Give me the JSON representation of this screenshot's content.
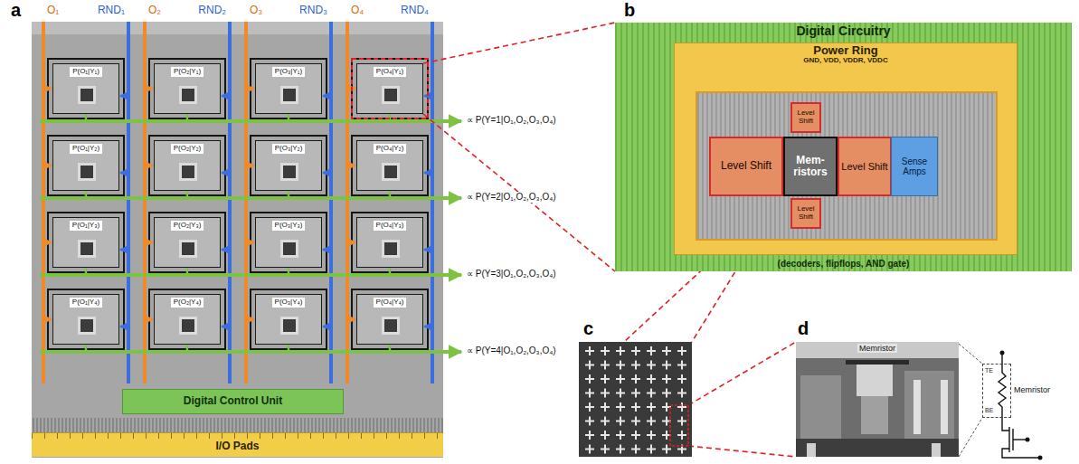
{
  "diagram": {
    "nodes": [
      {
        "text": [
          "P(O₁|Y₁)"
        ]
      },
      {
        "text": [
          "P(O₂|Y₁)"
        ]
      },
      {
        "text": [
          "P(O₃|Y₁)"
        ]
      },
      {
        "text": [
          "P(O₄|Y₁)"
        ]
      },
      {
        "text": [
          "P(O₁|Y₂)"
        ]
      },
      {
        "text": [
          "P(O₂|Y₂)"
        ]
      },
      {
        "text": [
          "P(O₃|Y₂)"
        ]
      },
      {
        "text": [
          "P(O₄|Y₂)"
        ]
      },
      {
        "text": [
          "P(O₁|Y₃)"
        ]
      },
      {
        "text": [
          "P(O₂|Y₃)"
        ]
      },
      {
        "text": [
          "P(O₃|Y₃)"
        ]
      },
      {
        "text": [
          "P(O₄|Y₃)"
        ]
      },
      {
        "text": [
          "P(O₁|Y₄)"
        ]
      },
      {
        "text": [
          "P(O₂|Y₄)"
        ]
      },
      {
        "text": [
          "P(O₃|Y₄)"
        ]
      },
      {
        "text": [
          "P(O₄|Y₄)"
        ]
      },
      {
        "text": [
          "Digital Control Unit"
        ]
      },
      {
        "text": [
          "I/O Pads"
        ]
      },
      {
        "text": [
          "Digital Circuitry",
          "(decoders, flipflops, AND gate)"
        ]
      },
      {
        "text": [
          "Power Ring",
          "GND, VDD, VDDR, VDDC"
        ],
        "in": 18
      },
      {
        "text": [
          "Level Shift"
        ],
        "in": 19
      },
      {
        "text": [
          "Level Shift"
        ],
        "in": 19
      },
      {
        "text": [
          "Mem- ristors"
        ],
        "in": 19
      },
      {
        "text": [
          "Level Shift"
        ],
        "in": 19
      },
      {
        "text": [
          "Sense Amps"
        ],
        "in": 19
      },
      {
        "text": [
          "Level Shift"
        ],
        "in": 19
      },
      {
        "text": [
          "TE",
          "BE",
          "Memristor"
        ]
      }
    ],
    "edges": [
      {
        "from": 3,
        "to": 18,
        "arrow": "none"
      },
      {
        "from": 3,
        "to": 18,
        "arrow": "none"
      }
    ],
    "labels": [
      "a",
      "O₁",
      "RND₁",
      "O₂",
      "RND₂",
      "O₃",
      "RND₃",
      "O₄",
      "RND₄",
      "∝ P(Y=1|O₁,O₂,O₃,O₄)",
      "∝ P(Y=2|O₁,O₂,O₃,O₄)",
      "∝ P(Y=3|O₁,O₂,O₃,O₄)",
      "∝ P(Y=4|O₁,O₂,O₃,O₄)",
      "b",
      "c",
      "d",
      "Memristor"
    ]
  }
}
